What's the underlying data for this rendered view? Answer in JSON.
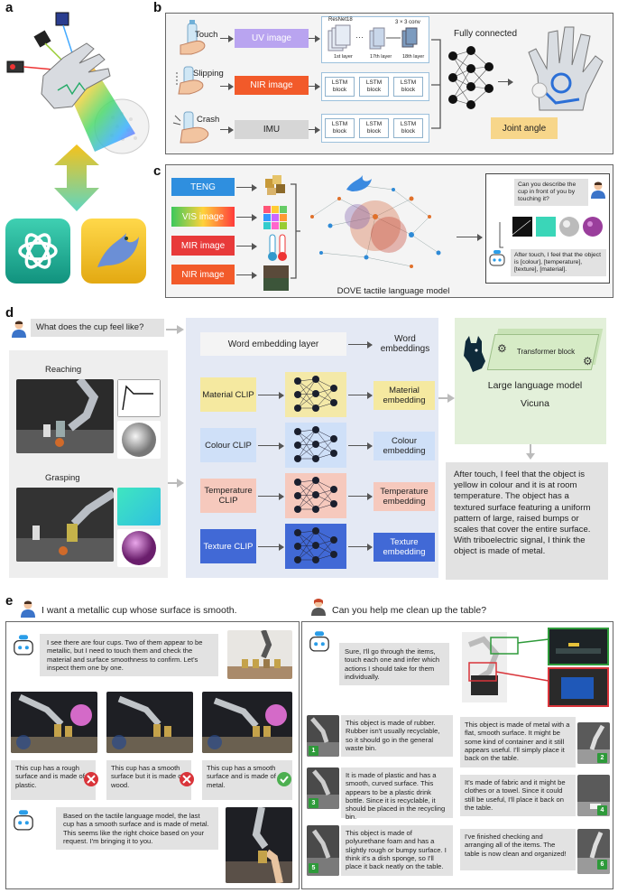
{
  "panels": {
    "a": "a",
    "b": "b",
    "c": "c",
    "d": "d",
    "e": "e"
  },
  "panel_b": {
    "touch": "Touch",
    "slipping": "Slipping",
    "crash": "Crash",
    "uv_image": "UV image",
    "nir_image": "NIR image",
    "imu": "IMU",
    "resnet_label": "ResNet18",
    "conv_label": "3 × 3 conv",
    "layer_1": "1st layer",
    "layer_17": "17th layer",
    "layer_18": "18th layer",
    "lstm_block": "LSTM block",
    "fully_connected": "Fully connected",
    "joint_angle": "Joint angle"
  },
  "panel_c": {
    "teng": "TENG",
    "vis_image": "VIS image",
    "mir_image": "MIR image",
    "nir_image": "NIR image",
    "model_name": "DOVE tactile language model",
    "question": "Can you describe the cup in front of you by touching it?",
    "answer": "After touch, I feel that the object is [colour], [temperature], [texture], [material]."
  },
  "panel_d": {
    "question": "What does the cup feel like?",
    "reaching": "Reaching",
    "grasping": "Grasping",
    "word_embedding_layer": "Word embedding layer",
    "word_embeddings": "Word embeddings",
    "material_clip": "Material CLIP",
    "colour_clip": "Colour CLIP",
    "temperature_clip": "Temperature CLIP",
    "texture_clip": "Texture CLIP",
    "material_embedding": "Material embedding",
    "colour_embedding": "Colour embedding",
    "temperature_embedding": "Temperature embedding",
    "texture_embedding": "Texture embedding",
    "transformer_block": "Transformer block",
    "llm": "Large language model",
    "vicuna": "Vicuna",
    "answer": "After touch, I feel that the object is yellow in colour and it is at room temperature. The object has a textured surface featuring a uniform pattern of large, raised bumps or scales that cover the entire surface. With triboelectric signal, I think the object is made of metal."
  },
  "panel_e_left": {
    "request": "I want a metallic cup whose surface is smooth.",
    "reply_1": "I see there are four cups. Two of them appear to be metallic, but I need to touch them and check the material and surface smoothness to confirm. Let's inspect them one by one.",
    "cup_1": "This cup has a rough surface and is made of plastic.",
    "cup_2": "This cup has a smooth surface but it is made of wood.",
    "cup_3": "This cup has a smooth surface and is made of metal.",
    "reply_2": "Based on the tactile language model, the last cup has a smooth surface and is made of metal. This seems like the right choice based on your request. I'm bringing it to you."
  },
  "panel_e_right": {
    "request": "Can you help me clean up the table?",
    "reply_1": "Sure, I'll go through the items, touch each one and infer which actions I should take for them individually.",
    "item_1": "This object is made of rubber. Rubber isn't usually recyclable, so it should go in the general waste bin.",
    "item_2": "This object is made of metal with a flat, smooth surface. It might be some kind of container and it still appears useful. I'll simply place it back on the table.",
    "item_3": "It is made of plastic and has a smooth, curved surface. This appears to be a plastic drink bottle. Since it is recyclable, it should be placed in the recycling bin.",
    "item_4": "It's made of fabric and it might be clothes or a towel. Since it could still be useful, I'll place it back on the table.",
    "item_5": "This object is made of polyurethane foam and has a slightly rough or bumpy surface. I think it's a dish sponge, so I'll place it back neatly on the table.",
    "item_6": "I've finished checking and arranging all of the items. The table is now clean and organized!",
    "n1": "1",
    "n2": "2",
    "n3": "3",
    "n4": "4",
    "n5": "5",
    "n6": "6"
  },
  "colors": {
    "uv": "#b9a4f0",
    "nir": "#f25a2a",
    "imu": "#d6d6d6",
    "teng": "#2f8fdf",
    "mir": "#e83a3a",
    "material": "#f5e9a0",
    "colour": "#cfe0f8",
    "temperature": "#f6c9bd",
    "texture": "#4169d6",
    "joint": "#f7d68a",
    "llm_bg": "#e3f0da"
  }
}
